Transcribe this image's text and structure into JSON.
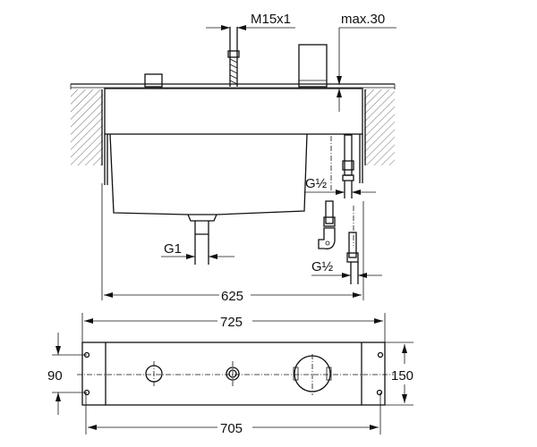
{
  "side_view": {
    "thread_label": "M15x1",
    "max_label": "max.30",
    "drain_label": "G1",
    "inlet_label_upper": "G½",
    "inlet_label_lower": "G½",
    "width_label": "625"
  },
  "top_view": {
    "overall_width_label": "725",
    "hole_spacing_width_label": "705",
    "hole_spacing_height_label": "90",
    "overall_height_label": "150"
  }
}
